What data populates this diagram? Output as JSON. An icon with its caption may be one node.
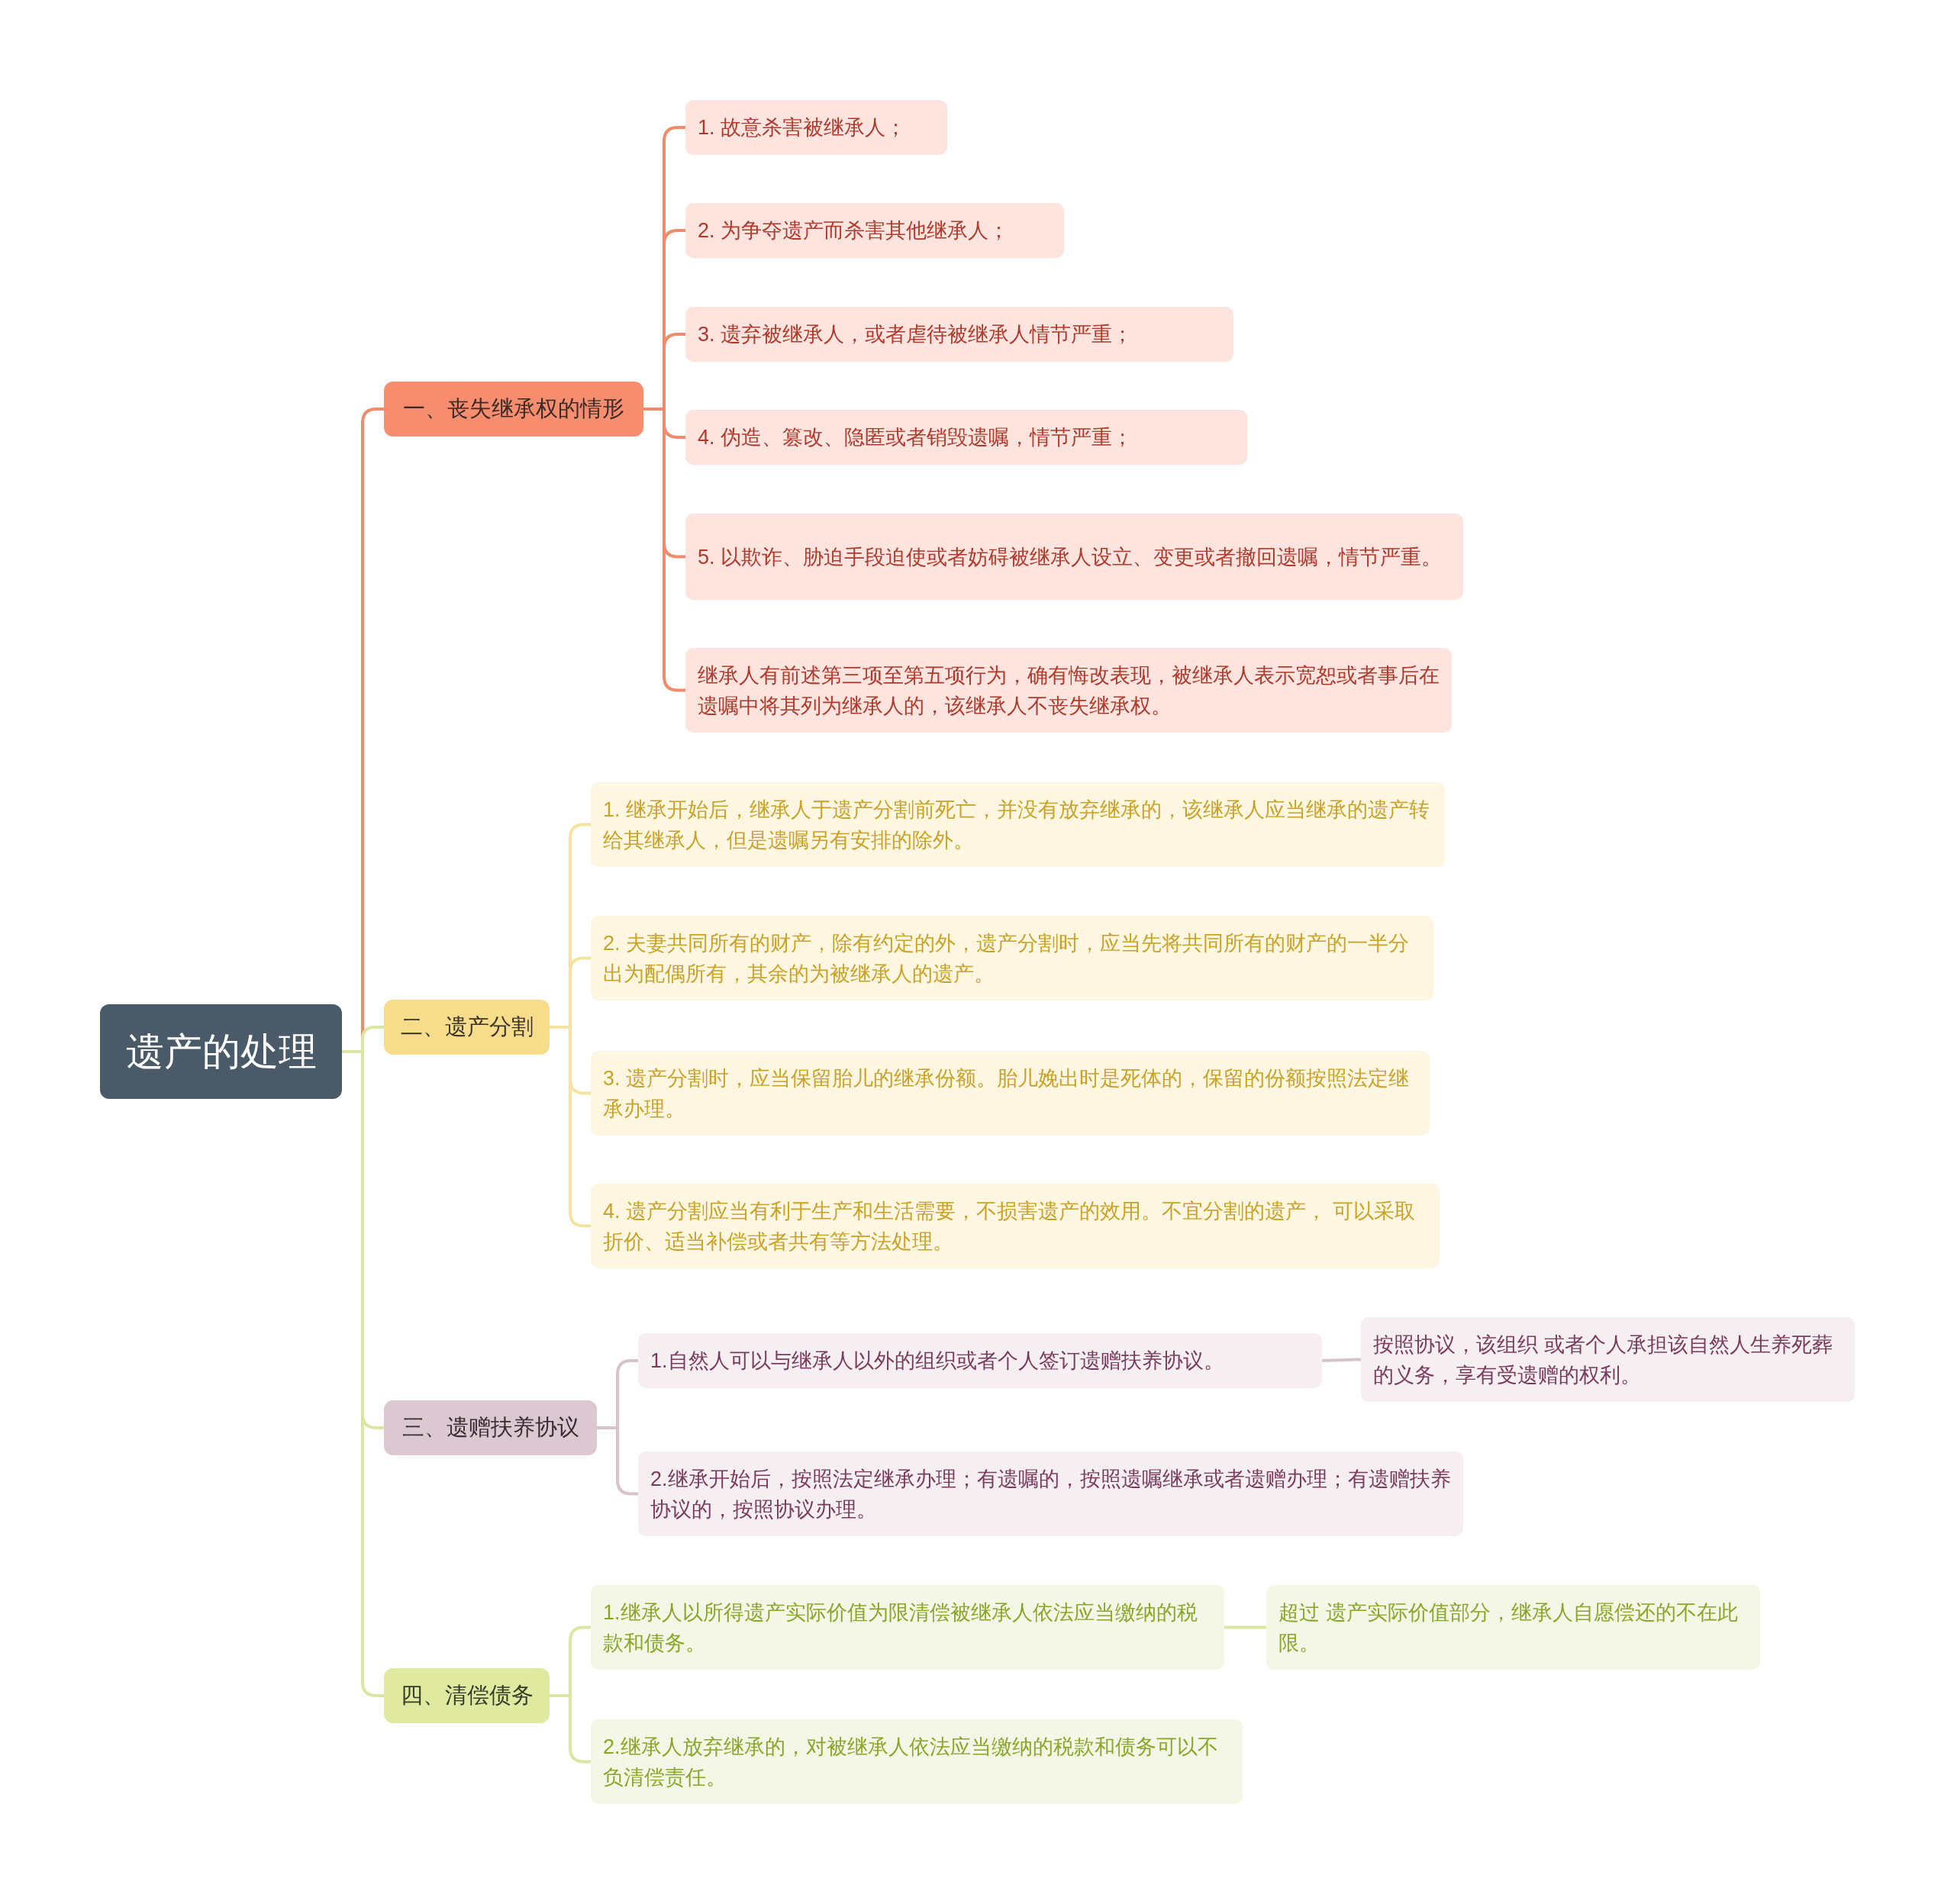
{
  "diagram": {
    "nodes": [
      {
        "text": [
          "遗产的处理"
        ]
      },
      {
        "text": [
          "一、丧失继承权的情形"
        ]
      },
      {
        "text": [
          "1. 故意杀害被继承人；"
        ]
      },
      {
        "text": [
          "2. 为争夺遗产而杀害其他继承人；"
        ]
      },
      {
        "text": [
          "3. 遗弃被继承人，或者虐待被继承人情节严重；"
        ]
      },
      {
        "text": [
          "4. 伪造、篡改、隐匿或者销毁遗嘱，情节严重；"
        ]
      },
      {
        "text": [
          "5. 以欺诈、胁迫手段迫使或者妨碍被继承人设立、变更或者撤回遗嘱，情节严重。"
        ]
      },
      {
        "text": [
          "继承人有前述第三项至第五项行为，确有悔改表现，被继承人表示宽恕或者事后在遗嘱中将其列为继承人的，该继承人不丧失继承权。"
        ]
      },
      {
        "text": [
          "二、遗产分割"
        ]
      },
      {
        "text": [
          "1. 继承开始后，继承人于遗产分割前死亡，并没有放弃继承的，该继承人应当继承的遗产转给其继承人，但是遗嘱另有安排的除外。"
        ]
      },
      {
        "text": [
          "2. 夫妻共同所有的财产，除有约定的外，遗产分割时，应当先将共同所有的财产的一半分出为配偶所有，其余的为被继承人的遗产。"
        ]
      },
      {
        "text": [
          "3. 遗产分割时，应当保留胎儿的继承份额。胎儿娩出时是死体的，保留的份额按照法定继承办理。"
        ]
      },
      {
        "text": [
          "4. 遗产分割应当有利于生产和生活需要，不损害遗产的效用。不宜分割的遗产， 可以采取折价、适当补偿或者共有等方法处理。"
        ]
      },
      {
        "text": [
          "三、遗赠扶养协议"
        ]
      },
      {
        "text": [
          "1.自然人可以与继承人以外的组织或者个人签订遗赠扶养协议。"
        ]
      },
      {
        "text": [
          "按照协议，该组织 或者个人承担该自然人生养死葬的义务，享有受遗赠的权利。"
        ]
      },
      {
        "text": [
          "2.继承开始后，按照法定继承办理；有遗嘱的，按照遗嘱继承或者遗赠办理；有遗赠扶养协议的，按照协议办理。"
        ]
      },
      {
        "text": [
          "四、清偿债务"
        ]
      },
      {
        "text": [
          "1.继承人以所得遗产实际价值为限清偿被继承人依法应当缴纳的税款和债务。"
        ]
      },
      {
        "text": [
          "超过 遗产实际价值部分，继承人自愿偿还的不在此限。"
        ]
      },
      {
        "text": [
          "2.继承人放弃继承的，对被继承人依法应当缴纳的税款和债务可以不负清偿责任。"
        ]
      }
    ],
    "edges": [
      {
        "from": 0,
        "to": 1,
        "arrow": "none",
        "color": "#f08b6c"
      },
      {
        "from": 1,
        "to": 2,
        "arrow": "none",
        "color": "#f08b6c"
      },
      {
        "from": 1,
        "to": 3,
        "arrow": "none",
        "color": "#f08b6c"
      },
      {
        "from": 1,
        "to": 4,
        "arrow": "none",
        "color": "#f08b6c"
      },
      {
        "from": 1,
        "to": 5,
        "arrow": "none",
        "color": "#f08b6c"
      },
      {
        "from": 1,
        "to": 6,
        "arrow": "none",
        "color": "#f08b6c"
      },
      {
        "from": 1,
        "to": 7,
        "arrow": "none",
        "color": "#f08b6c"
      },
      {
        "from": 0,
        "to": 8,
        "arrow": "none",
        "color": "#dce6a0"
      },
      {
        "from": 8,
        "to": 9,
        "arrow": "none",
        "color": "#f5e3a0"
      },
      {
        "from": 8,
        "to": 10,
        "arrow": "none",
        "color": "#f5e3a0"
      },
      {
        "from": 8,
        "to": 11,
        "arrow": "none",
        "color": "#f5e3a0"
      },
      {
        "from": 8,
        "to": 12,
        "arrow": "none",
        "color": "#f5e3a0"
      },
      {
        "from": 0,
        "to": 13,
        "arrow": "none",
        "color": "#dce6a0"
      },
      {
        "from": 13,
        "to": 14,
        "arrow": "none",
        "color": "#d8c3cc"
      },
      {
        "from": 14,
        "to": 15,
        "arrow": "none",
        "color": "#d8c3cc"
      },
      {
        "from": 13,
        "to": 16,
        "arrow": "none",
        "color": "#d8c3cc"
      },
      {
        "from": 0,
        "to": 17,
        "arrow": "none",
        "color": "#dce6a0"
      },
      {
        "from": 17,
        "to": 18,
        "arrow": "none",
        "color": "#dce6a0"
      },
      {
        "from": 18,
        "to": 19,
        "arrow": "none",
        "color": "#dce6a0"
      },
      {
        "from": 17,
        "to": 20,
        "arrow": "none",
        "color": "#dce6a0"
      }
    ]
  }
}
